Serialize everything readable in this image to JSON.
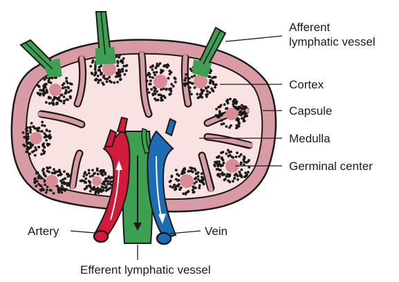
{
  "labels": {
    "afferent_line1": "Afferent",
    "afferent_line2": "lymphatic vessel",
    "cortex": "Cortex",
    "capsule": "Capsule",
    "medulla": "Medulla",
    "germinal_center": "Germinal center",
    "artery": "Artery",
    "vein": "Vein",
    "efferent": "Efferent lymphatic vessel"
  },
  "colors": {
    "capsule_fill": "#d99ba3",
    "node_outline": "#1a1a1a",
    "cortex_fill": "#f6e3e3",
    "medulla_fill": "#fbe2e2",
    "germinal_center": "#d98c96",
    "lymphocyte": "#1a1a1a",
    "lymphatic_vessel": "#3e9e52",
    "artery": "#d31a3b",
    "vein": "#1c6db4",
    "flow_arrow_artery": "#ffffff",
    "flow_arrow_efferent": "#1a1a1a"
  }
}
